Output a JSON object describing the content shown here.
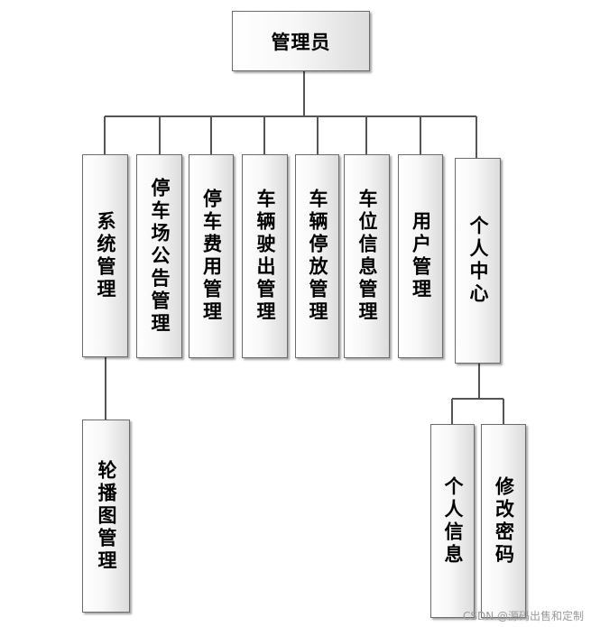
{
  "diagram": {
    "root": "管理员",
    "modules": [
      {
        "key": "system",
        "label": "系统管理"
      },
      {
        "key": "notice",
        "label": "停车场公告管理"
      },
      {
        "key": "fee",
        "label": "停车费用管理"
      },
      {
        "key": "exit",
        "label": "车辆驶出管理"
      },
      {
        "key": "park",
        "label": "车辆停放管理"
      },
      {
        "key": "spot",
        "label": "车位信息管理"
      },
      {
        "key": "user",
        "label": "用户管理"
      },
      {
        "key": "personal",
        "label": "个人中心"
      }
    ],
    "sub_system": [
      "轮播图管理"
    ],
    "sub_personal": [
      "个人信息",
      "修改密码"
    ]
  },
  "watermark": "CSDN @源码出售和定制"
}
